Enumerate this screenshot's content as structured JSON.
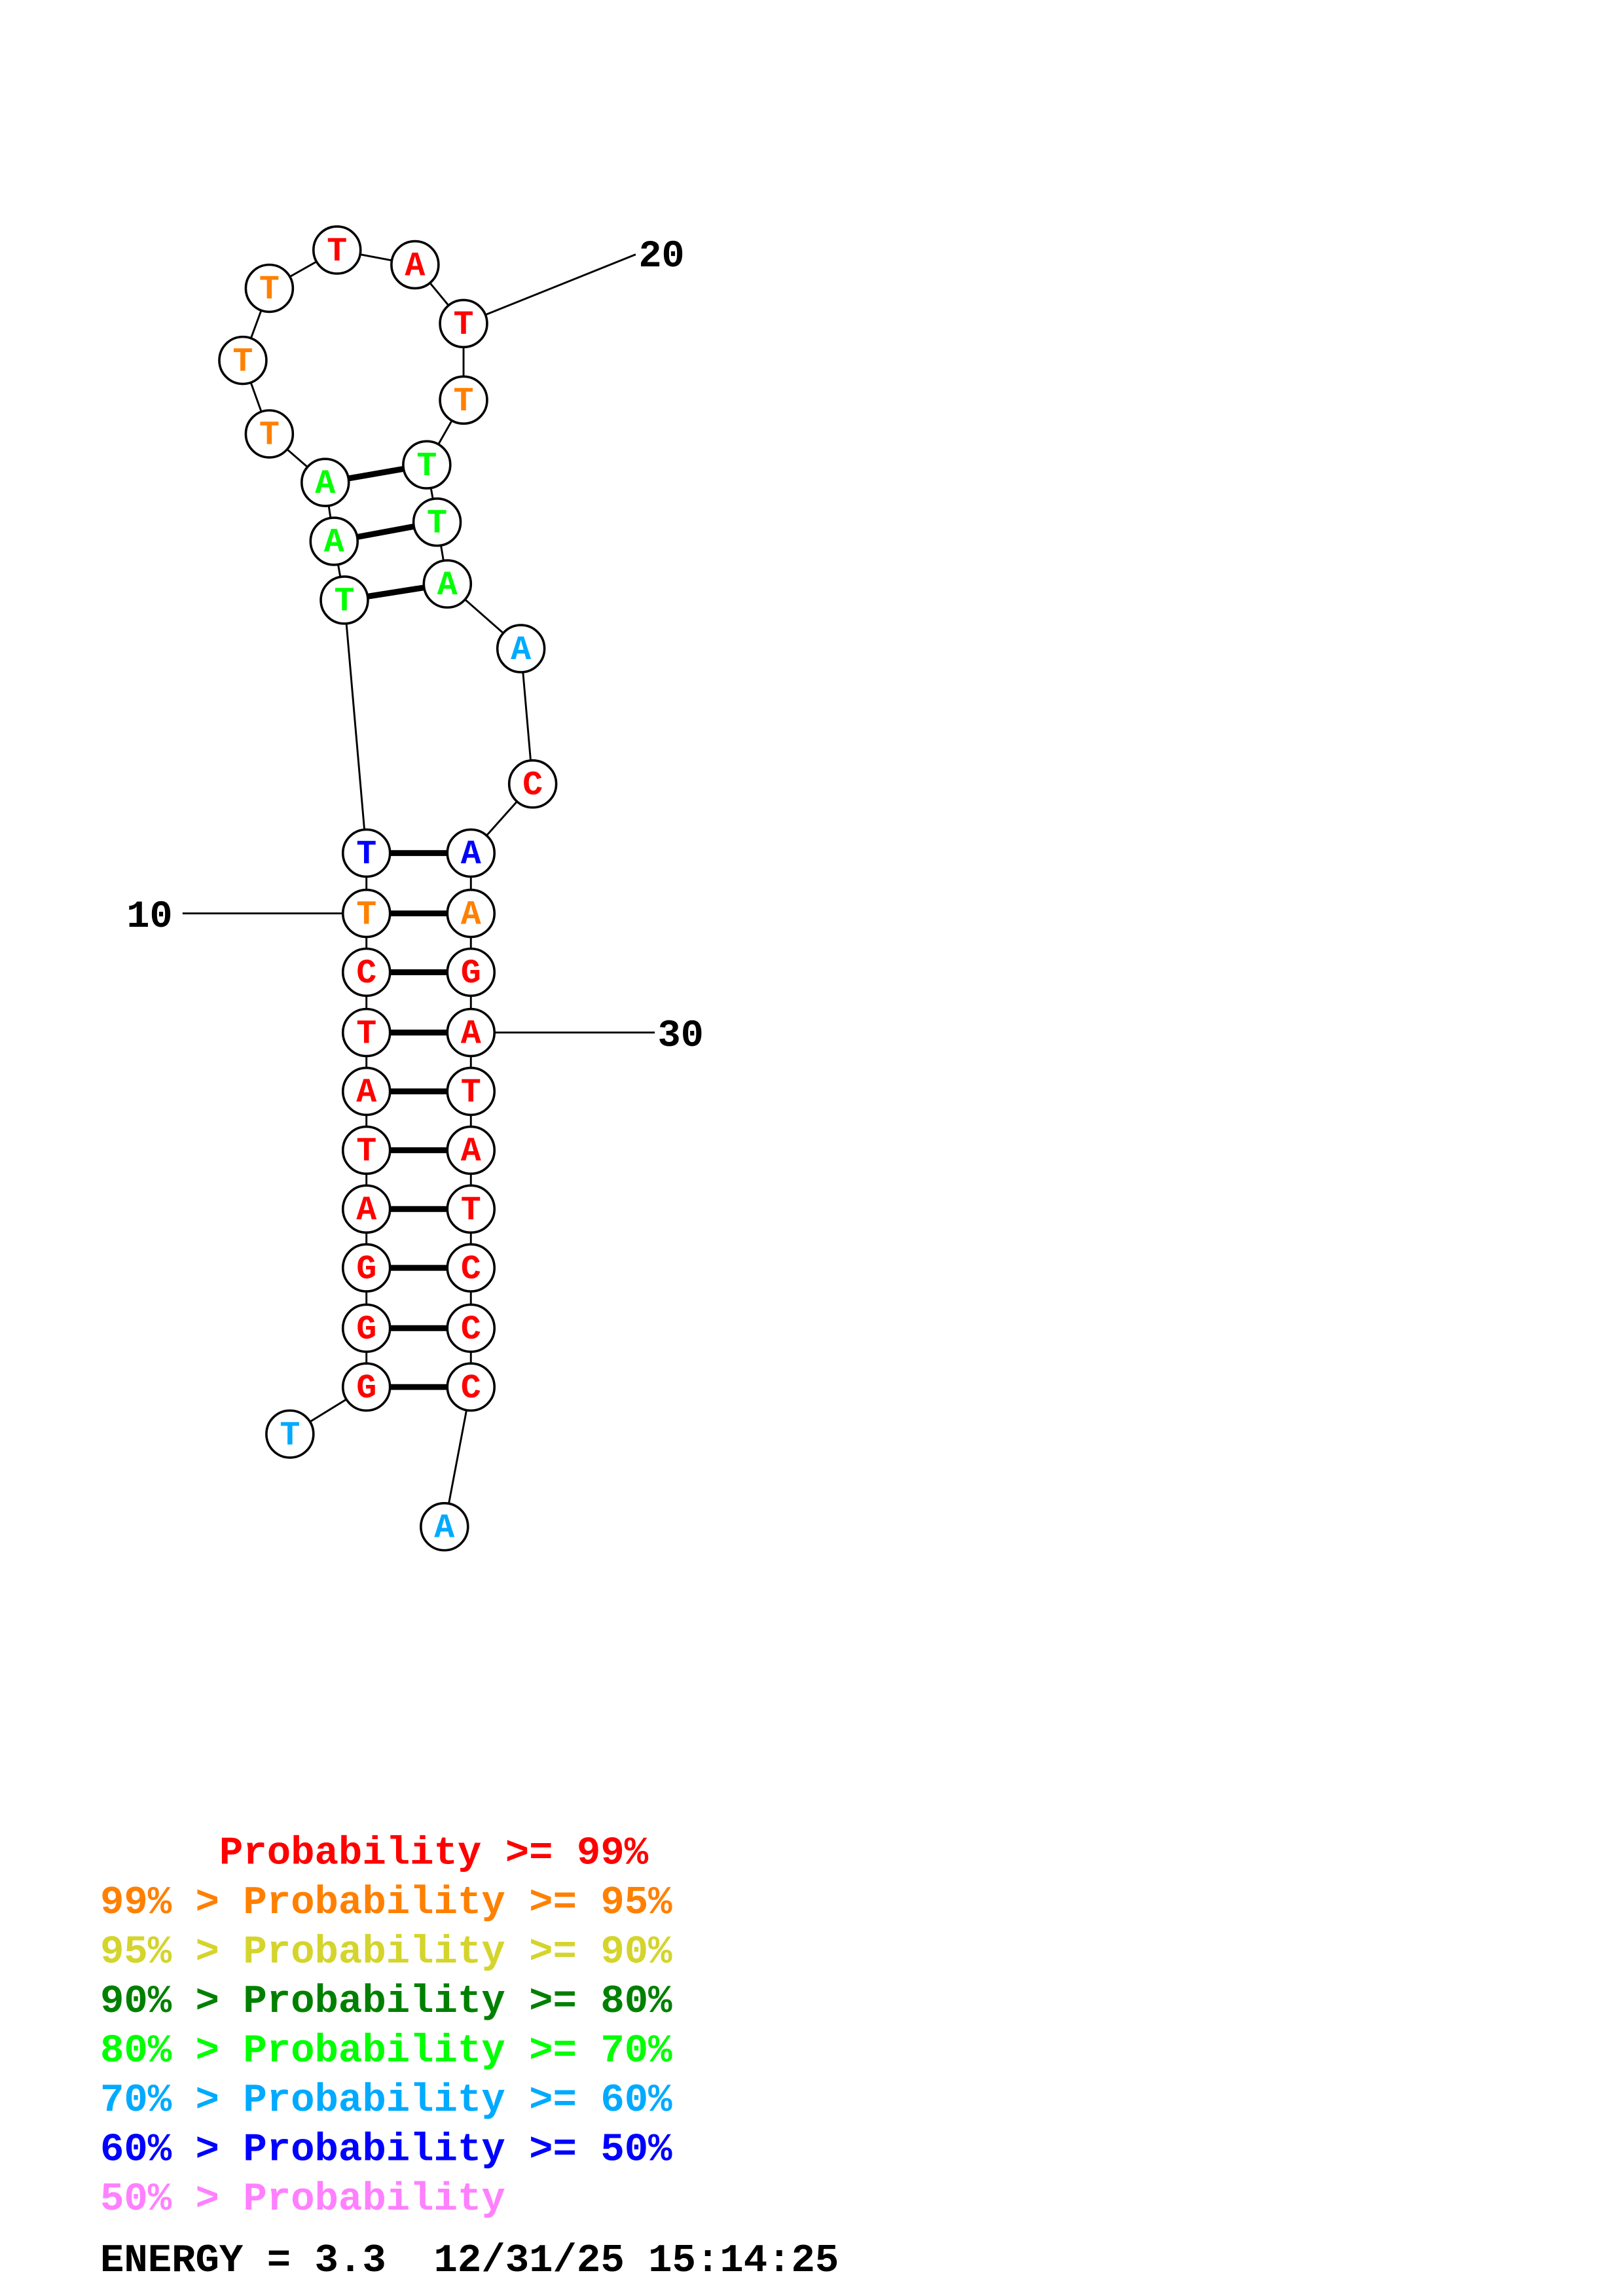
{
  "colors": {
    "p99": "#ff0000",
    "p95": "#ff8000",
    "p90": "#d4d42c",
    "p80": "#008000",
    "p70": "#00ff00",
    "p60": "#00aaff",
    "p50": "#0000ff",
    "plow": "#ff80ff"
  },
  "structure": {
    "nucleotides": [
      {
        "base": "T",
        "cls": "p60"
      },
      {
        "base": "G",
        "cls": "p99"
      },
      {
        "base": "G",
        "cls": "p99"
      },
      {
        "base": "G",
        "cls": "p99"
      },
      {
        "base": "A",
        "cls": "p99"
      },
      {
        "base": "T",
        "cls": "p99"
      },
      {
        "base": "A",
        "cls": "p99"
      },
      {
        "base": "T",
        "cls": "p99"
      },
      {
        "base": "C",
        "cls": "p99"
      },
      {
        "base": "T",
        "cls": "p95"
      },
      {
        "base": "T",
        "cls": "p50"
      },
      {
        "base": "T",
        "cls": "p70"
      },
      {
        "base": "A",
        "cls": "p70"
      },
      {
        "base": "A",
        "cls": "p70"
      },
      {
        "base": "T",
        "cls": "p95"
      },
      {
        "base": "T",
        "cls": "p95"
      },
      {
        "base": "T",
        "cls": "p95"
      },
      {
        "base": "T",
        "cls": "p99"
      },
      {
        "base": "A",
        "cls": "p99"
      },
      {
        "base": "T",
        "cls": "p99"
      },
      {
        "base": "T",
        "cls": "p95"
      },
      {
        "base": "T",
        "cls": "p70"
      },
      {
        "base": "T",
        "cls": "p70"
      },
      {
        "base": "A",
        "cls": "p70"
      },
      {
        "base": "A",
        "cls": "p60"
      },
      {
        "base": "C",
        "cls": "p99"
      },
      {
        "base": "A",
        "cls": "p50"
      },
      {
        "base": "A",
        "cls": "p95"
      },
      {
        "base": "G",
        "cls": "p99"
      },
      {
        "base": "A",
        "cls": "p99"
      },
      {
        "base": "T",
        "cls": "p99"
      },
      {
        "base": "A",
        "cls": "p99"
      },
      {
        "base": "T",
        "cls": "p99"
      },
      {
        "base": "C",
        "cls": "p99"
      },
      {
        "base": "C",
        "cls": "p99"
      },
      {
        "base": "C",
        "cls": "p99"
      },
      {
        "base": "A",
        "cls": "p60"
      }
    ],
    "pairs": [
      [
        2,
        36
      ],
      [
        3,
        35
      ],
      [
        4,
        34
      ],
      [
        5,
        33
      ],
      [
        6,
        32
      ],
      [
        7,
        31
      ],
      [
        8,
        30
      ],
      [
        9,
        29
      ],
      [
        10,
        28
      ],
      [
        11,
        27
      ],
      [
        12,
        24
      ],
      [
        13,
        23
      ],
      [
        14,
        22
      ]
    ],
    "position_labels": [
      {
        "index": 10,
        "text": "10"
      },
      {
        "index": 20,
        "text": "20"
      },
      {
        "index": 30,
        "text": "30"
      }
    ]
  },
  "legend": [
    {
      "text": "     Probability >= 99%",
      "cls": "p99"
    },
    {
      "text": "99% > Probability >= 95%",
      "cls": "p95"
    },
    {
      "text": "95% > Probability >= 90%",
      "cls": "p90"
    },
    {
      "text": "90% > Probability >= 80%",
      "cls": "p80"
    },
    {
      "text": "80% > Probability >= 70%",
      "cls": "p70"
    },
    {
      "text": "70% > Probability >= 60%",
      "cls": "p60"
    },
    {
      "text": "60% > Probability >= 50%",
      "cls": "p50"
    },
    {
      "text": "50% > Probability",
      "cls": "plow"
    }
  ],
  "footer": {
    "text": "ENERGY = 3.3  12/31/25 15:14:25"
  }
}
